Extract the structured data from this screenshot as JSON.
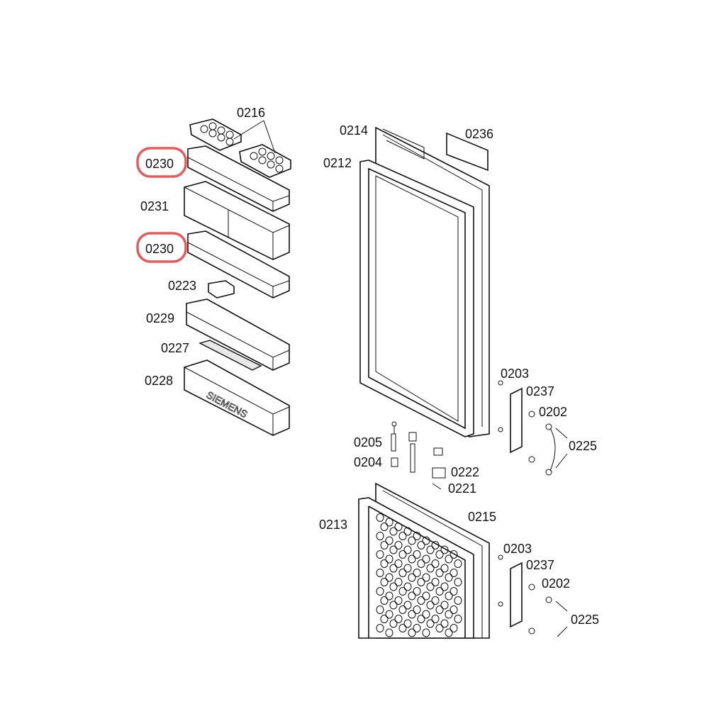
{
  "brand_text": "SIEMENS",
  "highlight_color": "#e85a5a",
  "labels": {
    "p0216": "0216",
    "p0230a": "0230",
    "p0231": "0231",
    "p0230b": "0230",
    "p0223": "0223",
    "p0229": "0229",
    "p0227": "0227",
    "p0228": "0228",
    "p0214": "0214",
    "p0236": "0236",
    "p0212": "0212",
    "p0203a": "0203",
    "p0237a": "0237",
    "p0202a": "0202",
    "p0225a": "0225",
    "p0205": "0205",
    "p0204": "0204",
    "p0222": "0222",
    "p0221": "0221",
    "p0213": "0213",
    "p0215": "0215",
    "p0203b": "0203",
    "p0237b": "0237",
    "p0202b": "0202",
    "p0225b": "0225"
  }
}
